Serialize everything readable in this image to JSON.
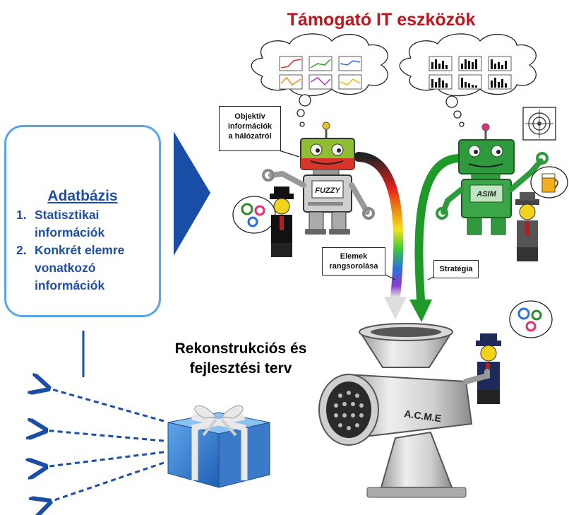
{
  "title": "Támogató IT eszközök",
  "database": {
    "title": "Adatbázis",
    "items": [
      {
        "num": "1.",
        "text": "Statisztikai információk"
      },
      {
        "num": "2.",
        "text": "Konkrét elemre vonatkozó információk"
      }
    ]
  },
  "callouts": {
    "objective": [
      "Objektív",
      "információk",
      "a hálózatról"
    ],
    "ranking": [
      "Elemek",
      "rangsorolása"
    ],
    "strategy": "Stratégia"
  },
  "robots": {
    "fuzzy": "FUZZY",
    "asim": "ASIM"
  },
  "grinder_label": "A.C.M.E",
  "plan": {
    "line1": "Rekonstrukciós és",
    "line2": "fejlesztési terv"
  },
  "colors": {
    "title": "#c0141c",
    "database_text": "#1f4fa0",
    "database_border": "#58a6e2",
    "arrow_blue": "#1a4da6",
    "asim_arrow": "#1e9a28",
    "fuzzy_robot": "#8fbf2e",
    "asim_robot": "#2f9a3c"
  }
}
